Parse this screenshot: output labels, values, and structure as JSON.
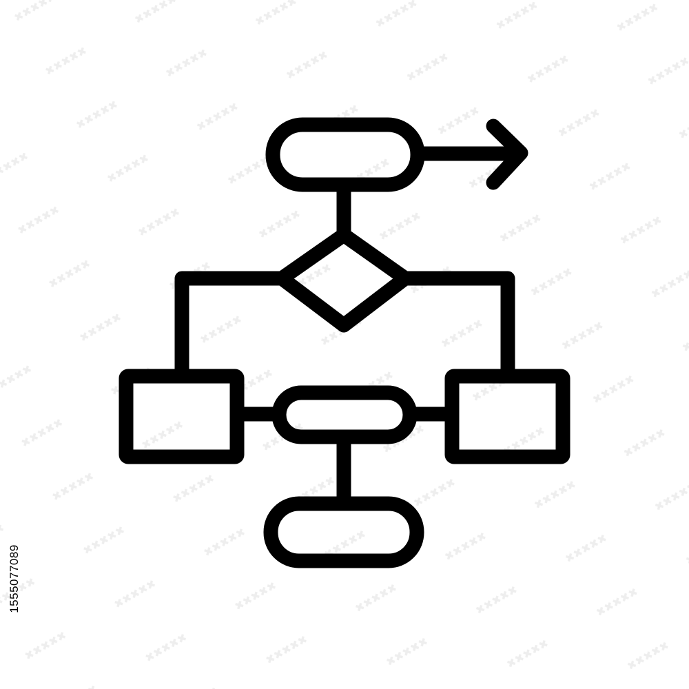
{
  "image": {
    "background_color": "#ffffff",
    "ink_color": "#000000",
    "watermark_color": "#eeeeee",
    "stock_id": "1555077089"
  },
  "icon": {
    "name": "flowchart-icon",
    "parts": [
      "terminator-top",
      "output-arrow",
      "decision-diamond",
      "process-box-left",
      "process-box-right",
      "terminator-middle",
      "terminator-bottom"
    ]
  }
}
